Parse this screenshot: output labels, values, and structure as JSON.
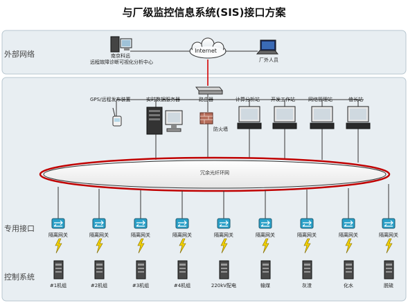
{
  "title": "与厂级监控信息系统(SIS)接口方案",
  "bands": {
    "external": "外部网络",
    "interface": "专用接口",
    "control": "控制系统"
  },
  "external": {
    "remote_center_line1": "南京科远",
    "remote_center_line2": "远程故障诊断可视化分析中心",
    "internet": "Internet",
    "plant_staff": "厂外人员"
  },
  "sis": {
    "gps": "GPS/远程发布装置",
    "realtime_server": "实时数据服务器",
    "router": "路由器",
    "firewall": "防火墙",
    "stations": [
      "计算分析站",
      "开发工作站",
      "网络管理站",
      "值长站"
    ],
    "ring": "冗余光纤环网"
  },
  "gateway_label": "隔离网关",
  "units": [
    "#1机组",
    "#2机组",
    "#3机组",
    "#4机组",
    "220kV配电",
    "输煤",
    "灰渣",
    "化水",
    "脱硫"
  ],
  "colors": {
    "band_bg": "#e8eef2",
    "band_border": "#b8c7d0",
    "red_link": "#d40000",
    "bolt": "#f0d000",
    "gateway": "#2aa0c8"
  }
}
